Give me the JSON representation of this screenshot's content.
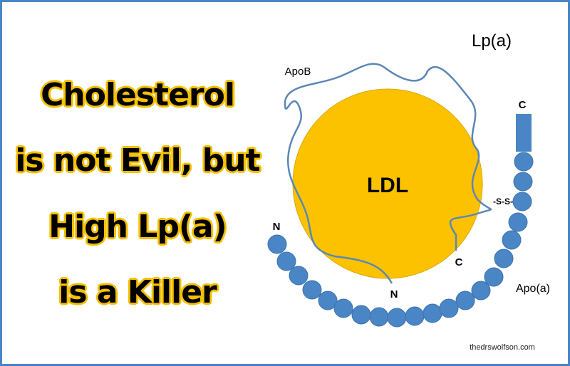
{
  "headline": [
    "Cholesterol",
    "is not Evil, but",
    "High Lp(a)",
    "is a Killer"
  ],
  "diagram": {
    "title": "Lp(a)",
    "ldl_label": "LDL",
    "apob_label": "ApoB",
    "apoa_label": "Apo(a)",
    "disulfide_label": "-S-S-",
    "apob_n": "N",
    "apob_c": "C",
    "apoa_n": "N",
    "apoa_c": "C",
    "credit": "thedrswolfson.com"
  },
  "colors": {
    "ldl": "#fcc200",
    "protein": "#4a86c5",
    "border": "#4a86c5",
    "outline": "#f5c000"
  }
}
